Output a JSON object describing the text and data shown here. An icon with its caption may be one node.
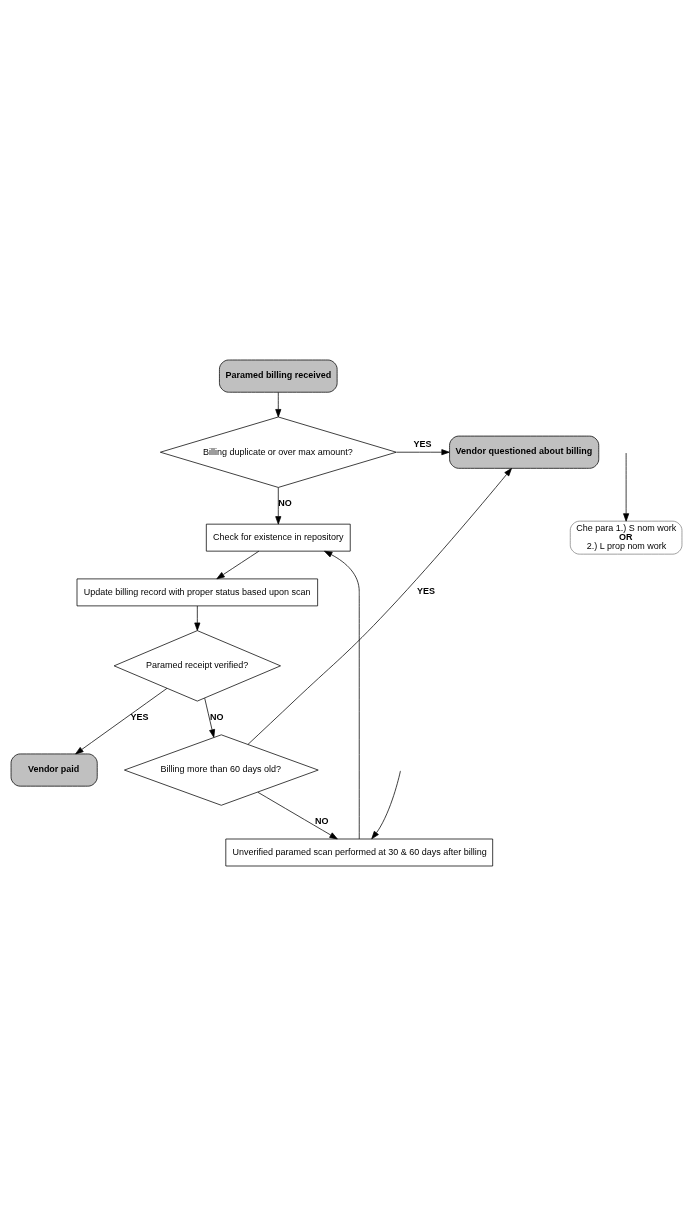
{
  "diagram": {
    "nodes": [
      {
        "text": [
          "Paramed billing received"
        ]
      },
      {
        "text": [
          "Billing duplicate or over max amount?"
        ]
      },
      {
        "text": [
          "Vendor questioned about billing"
        ]
      },
      {
        "text": [
          "Check for existence in repository"
        ]
      },
      {
        "text": [
          "Update billing record with proper status based upon scan"
        ]
      },
      {
        "text": [
          "Paramed receipt verified?"
        ]
      },
      {
        "text": [
          "Vendor paid"
        ]
      },
      {
        "text": [
          "Billing more than 60 days old?"
        ]
      },
      {
        "text": [
          "Unverified paramed scan performed at 30 & 60 days after billing"
        ]
      },
      {
        "text": [
          "Che para 1.) S nom work",
          "OR",
          "2.) L prop nom work"
        ]
      }
    ],
    "edges": [
      {
        "from": 0,
        "to": 1,
        "arrow": "to"
      },
      {
        "from": 1,
        "to": 2,
        "arrow": "to",
        "label": "YES"
      },
      {
        "from": 1,
        "to": 3,
        "arrow": "to",
        "label": "NO"
      },
      {
        "from": 3,
        "to": 4,
        "arrow": "to"
      },
      {
        "from": 4,
        "to": 5,
        "arrow": "to"
      },
      {
        "from": 5,
        "to": 6,
        "arrow": "to",
        "label": "YES"
      },
      {
        "from": 5,
        "to": 7,
        "arrow": "to",
        "label": "NO"
      },
      {
        "from": 7,
        "to": 8,
        "arrow": "to",
        "label": "NO"
      },
      {
        "from": 7,
        "to": 2,
        "arrow": "to",
        "label": "YES"
      },
      {
        "from": 8,
        "to": 3,
        "arrow": "to"
      },
      {
        "from": null,
        "to": 8,
        "arrow": "to"
      },
      {
        "from": null,
        "to": 9,
        "arrow": "to"
      }
    ]
  }
}
